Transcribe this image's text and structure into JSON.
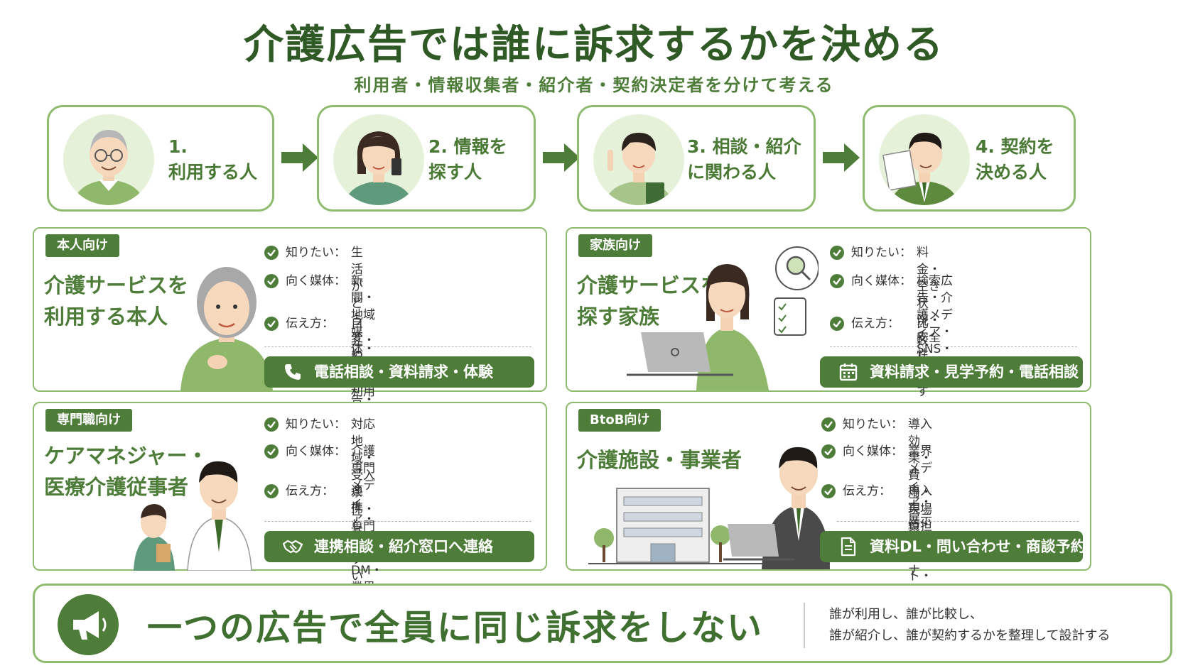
{
  "title": "介護広告では誰に訴求するかを決める",
  "subtitle": "利用者・情報収集者・紹介者・契約決定者を分けて考える",
  "steps": [
    {
      "label": "1.\n利用する人"
    },
    {
      "label": "2. 情報を\n探す人"
    },
    {
      "label": "3. 相談・紹介\nに関わる人"
    },
    {
      "label": "4. 契約を\n決める人"
    }
  ],
  "cards": [
    {
      "tag": "本人向け",
      "heading": "介護サービスを\n利用する本人",
      "rows": [
        {
          "key": "知りたい：",
          "value": "生活がどう変わるか"
        },
        {
          "key": "向く媒体：",
          "value": "新聞・地域媒体・\n施設広告・分かりやすいWeb"
        },
        {
          "key": "伝え方：",
          "value": "自立・安心・利用イメージ"
        }
      ],
      "cta": "電話相談・資料請求・体験",
      "cta_icon": "phone-icon"
    },
    {
      "tag": "家族向け",
      "heading": "介護サービスを\n探す家族",
      "rows": [
        {
          "key": "知りたい：",
          "value": "料金・空き状況・安全性"
        },
        {
          "key": "向く媒体：",
          "value": "検索広告・介護メディア・\nSNS・動画"
        },
        {
          "key": "伝え方：",
          "value": "比較しやすい具体情報"
        }
      ],
      "cta": "資料請求・見学予約・電話相談",
      "cta_icon": "calendar-icon"
    },
    {
      "tag": "専門職向け",
      "heading": "ケアマネジャー・\n医療介護従事者",
      "rows": [
        {
          "key": "知りたい：",
          "value": "対応地域・受入条件・専門性"
        },
        {
          "key": "向く媒体：",
          "value": "介護専門メディア・\n冊子・DM・業界媒体"
        },
        {
          "key": "伝え方：",
          "value": "連携しやすい実務情報"
        }
      ],
      "cta": "連携相談・紹介窓口へ連絡",
      "cta_icon": "handshake-icon"
    },
    {
      "tag": "BtoB向け",
      "heading": "介護施設・事業者",
      "rows": [
        {
          "key": "知りたい：",
          "value": "導入効果・費用・現場負担"
        },
        {
          "key": "向く媒体：",
          "value": "業界メディア・展示会・\nセミナー・法人DM"
        },
        {
          "key": "伝え方：",
          "value": "導入実績・サポート・契約条件"
        }
      ],
      "cta": "資料DL・問い合わせ・商談予約",
      "cta_icon": "document-icon"
    }
  ],
  "footer": {
    "main": "一つの広告で全員に同じ訴求をしない",
    "note": "誰が利用し、誰が比較し、\n誰が紹介し、誰が契約するかを整理して設計する"
  },
  "colors": {
    "primary": "#4e7d39",
    "dark": "#2f5a25",
    "border": "#8fbb6f",
    "light": "#e6f1da"
  }
}
